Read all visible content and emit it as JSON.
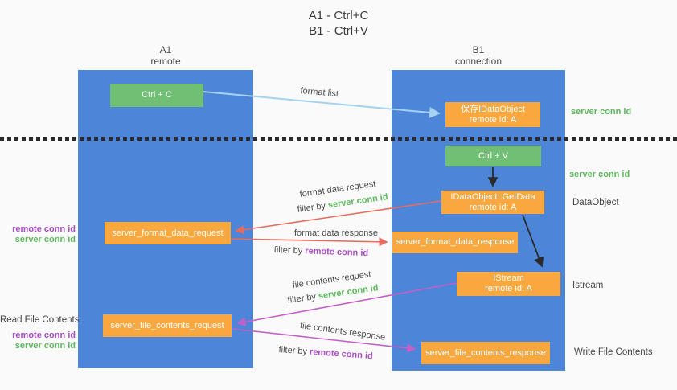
{
  "title": {
    "line1": "A1 - Ctrl+C",
    "line2": "B1 - Ctrl+V"
  },
  "lanes": {
    "a1": {
      "name": "A1",
      "subtitle": "remote"
    },
    "b1": {
      "name": "B1",
      "subtitle": "connection"
    }
  },
  "nodes": {
    "ctrl_c": {
      "label": "Ctrl + C"
    },
    "save_dataobject": {
      "line1": "保存IDataObject",
      "line2": "remote id: A"
    },
    "ctrl_v": {
      "label": "Ctrl + V"
    },
    "getdata": {
      "line1": "IDataObject::GetData",
      "line2": "remote id: A"
    },
    "format_request": {
      "label": "server_format_data_request"
    },
    "format_response": {
      "label": "server_format_data_response"
    },
    "istream": {
      "line1": "IStream",
      "line2": "remote id: A"
    },
    "file_request": {
      "label": "server_file_contents_request"
    },
    "file_response": {
      "label": "server_file_contents_response"
    }
  },
  "right_labels": {
    "server_conn_id_top": "server conn id",
    "server_conn_id_mid": "server conn id",
    "dataobject": "DataObject",
    "istream": "Istream",
    "write_file_contents": "Write File Contents"
  },
  "left_labels": {
    "remote_conn_id_top": "remote conn id",
    "server_conn_id_top": "server conn id",
    "read_file_contents": "Read File Contents",
    "remote_conn_id_bottom": "remote conn id",
    "server_conn_id_bottom": "server conn id"
  },
  "flow_labels": {
    "format_list": "format list",
    "format_data_request": {
      "text": "format data request",
      "filter_prefix": "filter by ",
      "filter_key": "server conn id"
    },
    "format_data_response": {
      "text": "format data response",
      "filter_prefix": "filter by ",
      "filter_key": "remote conn id"
    },
    "file_contents_request": {
      "text": "file contents request",
      "filter_prefix": "filter by ",
      "filter_key": "server conn id"
    },
    "file_contents_response": {
      "text": "file contents response",
      "filter_prefix": "filter by ",
      "filter_key": "remote conn id"
    }
  },
  "colors": {
    "lane_blue": "#4d85d8",
    "box_green": "#71bf74",
    "box_orange": "#f8a83e",
    "arrow_blue": "#a5d2f0",
    "arrow_red": "#e96a5f",
    "arrow_magenta": "#c35fc6",
    "arrow_black": "#2b2b2b",
    "text_green": "#5cb85c",
    "text_purple": "#a94fc4",
    "divider_black": "#2b2b2b"
  }
}
